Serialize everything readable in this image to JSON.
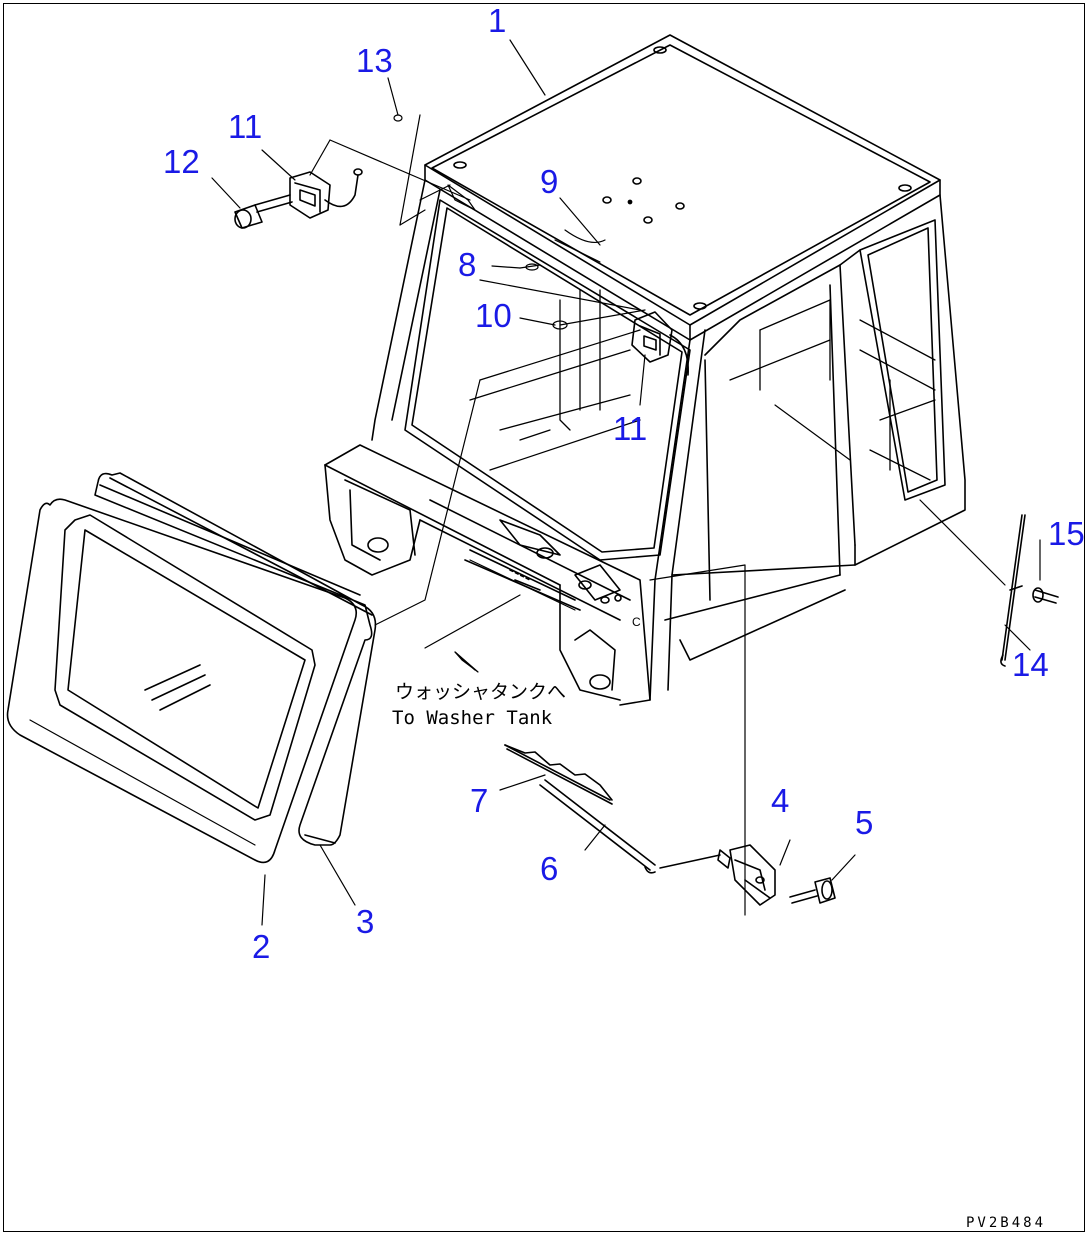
{
  "callouts": {
    "c1": "1",
    "c2": "2",
    "c3": "3",
    "c4": "4",
    "c5": "5",
    "c6": "6",
    "c7": "7",
    "c8": "8",
    "c9": "9",
    "c10": "10",
    "c11a": "11",
    "c11b": "11",
    "c12": "12",
    "c13": "13",
    "c14": "14",
    "c15": "15"
  },
  "note_jp": "ウォッシャタンクへ",
  "note_en": "To Washer Tank",
  "drawing_code": "PV2B484",
  "colors": {
    "callout": "#1a1ae6",
    "line": "#000000",
    "background": "#ffffff"
  }
}
